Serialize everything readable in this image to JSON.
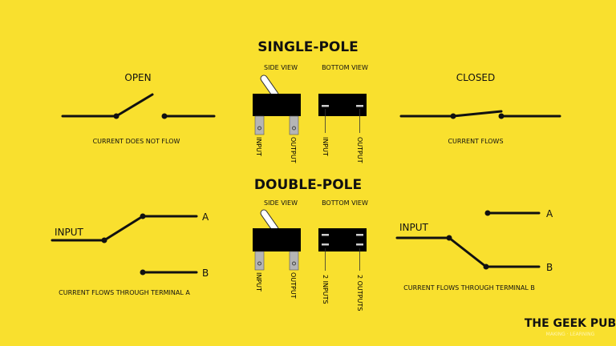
{
  "colors": {
    "background": "#f9e02e",
    "wire": "#111111",
    "switch_body": "#000000",
    "lever": "#ffffff",
    "terminal": "#b5b5b5"
  },
  "single_pole": {
    "title": "SINGLE-POLE",
    "open": {
      "label": "OPEN",
      "caption": "CURRENT DOES NOT FLOW"
    },
    "closed": {
      "label": "CLOSED",
      "caption": "CURRENT FLOWS"
    },
    "side_view": {
      "label": "SIDE VIEW",
      "pin1": "INPUT",
      "pin2": "OUTPUT"
    },
    "bottom_view": {
      "label": "BOTTOM VIEW",
      "pin1": "INPUT",
      "pin2": "OUTPUT"
    }
  },
  "double_pole": {
    "title": "DOUBLE-POLE",
    "left": {
      "input": "INPUT",
      "a": "A",
      "b": "B",
      "caption": "CURRENT FLOWS THROUGH TERMINAL A"
    },
    "right": {
      "input": "INPUT",
      "a": "A",
      "b": "B",
      "caption": "CURRENT FLOWS THROUGH TERMINAL B"
    },
    "side_view": {
      "label": "SIDE VIEW",
      "pin1": "INPUT",
      "pin2": "OUTPUT"
    },
    "bottom_view": {
      "label": "BOTTOM VIEW",
      "pin1": "2 INPUTS",
      "pin2": "2 OUTPUTS"
    }
  },
  "logo": {
    "name": "THE GEEK PUB",
    "tagline": "MAKING · LEARNING"
  }
}
